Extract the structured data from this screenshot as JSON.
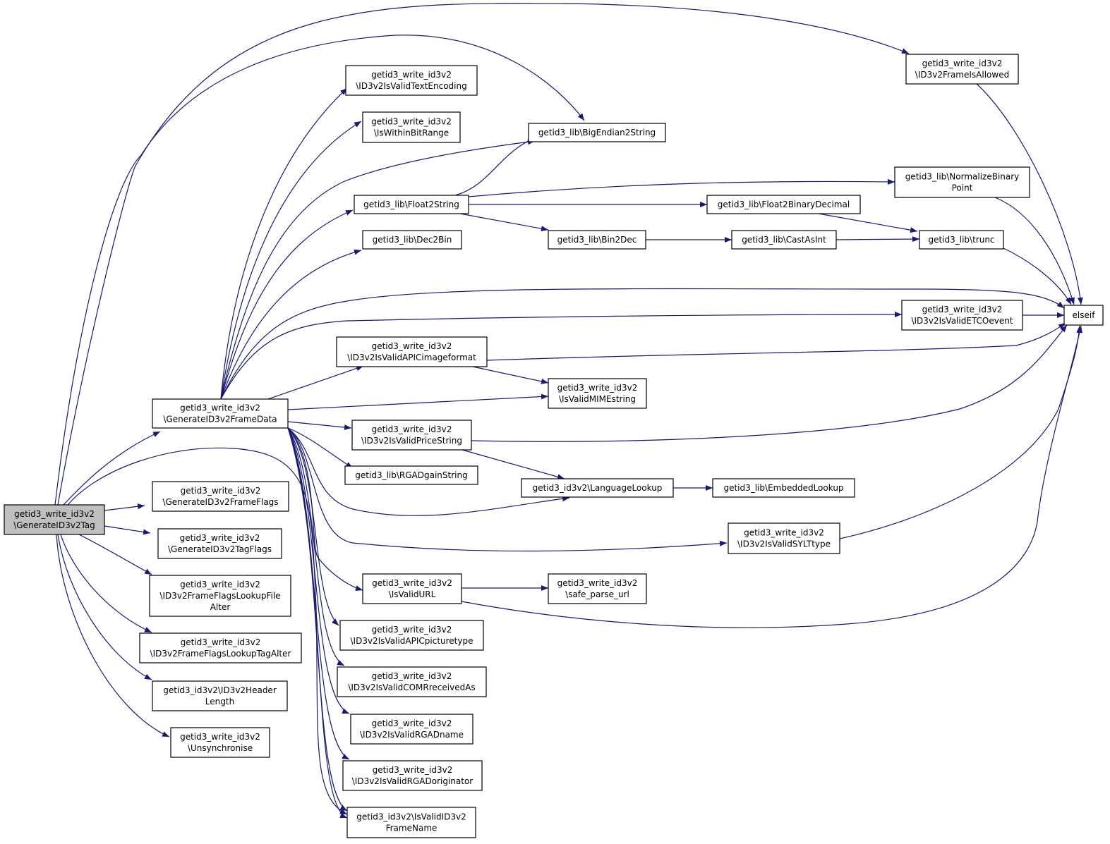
{
  "colors": {
    "edge": "#191970",
    "root_fill": "#bfbfbf",
    "node_fill": "#ffffff",
    "node_border": "#000000"
  },
  "nodes": [
    {
      "id": "n0",
      "lines": [
        "getid3_write_id3v2",
        "\\GenerateID3v2Tag"
      ],
      "root": true
    },
    {
      "id": "n1",
      "lines": [
        "getid3_write_id3v2",
        "\\GenerateID3v2FrameData"
      ]
    },
    {
      "id": "n2",
      "lines": [
        "getid3_write_id3v2",
        "\\GenerateID3v2FrameFlags"
      ]
    },
    {
      "id": "n3",
      "lines": [
        "getid3_write_id3v2",
        "\\GenerateID3v2TagFlags"
      ]
    },
    {
      "id": "n4",
      "lines": [
        "getid3_write_id3v2",
        "\\ID3v2FrameFlagsLookupFile",
        "Alter"
      ]
    },
    {
      "id": "n5",
      "lines": [
        "getid3_write_id3v2",
        "\\ID3v2FrameFlagsLookupTagAlter"
      ]
    },
    {
      "id": "n6",
      "lines": [
        "getid3_id3v2\\ID3v2Header",
        "Length"
      ]
    },
    {
      "id": "n7",
      "lines": [
        "getid3_write_id3v2",
        "\\Unsynchronise"
      ]
    },
    {
      "id": "n8",
      "lines": [
        "getid3_write_id3v2",
        "\\ID3v2IsValidTextEncoding"
      ]
    },
    {
      "id": "n9",
      "lines": [
        "getid3_write_id3v2",
        "\\IsWithinBitRange"
      ]
    },
    {
      "id": "n10",
      "lines": [
        "getid3_lib\\Float2String"
      ]
    },
    {
      "id": "n11",
      "lines": [
        "getid3_lib\\Dec2Bin"
      ]
    },
    {
      "id": "n12",
      "lines": [
        "getid3_write_id3v2",
        "\\ID3v2IsValidAPICimageformat"
      ]
    },
    {
      "id": "n13",
      "lines": [
        "getid3_write_id3v2",
        "\\ID3v2IsValidPriceString"
      ]
    },
    {
      "id": "n14",
      "lines": [
        "getid3_lib\\RGADgainString"
      ]
    },
    {
      "id": "n15",
      "lines": [
        "getid3_write_id3v2",
        "\\IsValidURL"
      ]
    },
    {
      "id": "n16",
      "lines": [
        "getid3_write_id3v2",
        "\\ID3v2IsValidAPICpicturetype"
      ]
    },
    {
      "id": "n17",
      "lines": [
        "getid3_write_id3v2",
        "\\ID3v2IsValidCOMRreceivedAs"
      ]
    },
    {
      "id": "n18",
      "lines": [
        "getid3_write_id3v2",
        "\\ID3v2IsValidRGADname"
      ]
    },
    {
      "id": "n19",
      "lines": [
        "getid3_write_id3v2",
        "\\ID3v2IsValidRGADoriginator"
      ]
    },
    {
      "id": "n20",
      "lines": [
        "getid3_id3v2\\IsValidID3v2",
        "FrameName"
      ]
    },
    {
      "id": "n21",
      "lines": [
        "getid3_lib\\BigEndian2String"
      ]
    },
    {
      "id": "n22",
      "lines": [
        "getid3_lib\\Bin2Dec"
      ]
    },
    {
      "id": "n23",
      "lines": [
        "getid3_write_id3v2",
        "\\IsValidMIMEstring"
      ]
    },
    {
      "id": "n24",
      "lines": [
        "getid3_id3v2\\LanguageLookup"
      ]
    },
    {
      "id": "n25",
      "lines": [
        "getid3_write_id3v2",
        "\\safe_parse_url"
      ]
    },
    {
      "id": "n26",
      "lines": [
        "getid3_lib\\Float2BinaryDecimal"
      ]
    },
    {
      "id": "n27",
      "lines": [
        "getid3_lib\\CastAsInt"
      ]
    },
    {
      "id": "n28",
      "lines": [
        "getid3_write_id3v2",
        "\\ID3v2IsValidSYLTtype"
      ]
    },
    {
      "id": "n29",
      "lines": [
        "getid3_lib\\EmbeddedLookup"
      ]
    },
    {
      "id": "n30",
      "lines": [
        "getid3_write_id3v2",
        "\\ID3v2FrameIsAllowed"
      ]
    },
    {
      "id": "n31",
      "lines": [
        "getid3_lib\\NormalizeBinary",
        "Point"
      ]
    },
    {
      "id": "n32",
      "lines": [
        "getid3_write_id3v2",
        "\\ID3v2IsValidETCOevent"
      ]
    },
    {
      "id": "n33",
      "lines": [
        "getid3_lib\\trunc"
      ]
    },
    {
      "id": "n34",
      "lines": [
        "elseif"
      ]
    }
  ]
}
